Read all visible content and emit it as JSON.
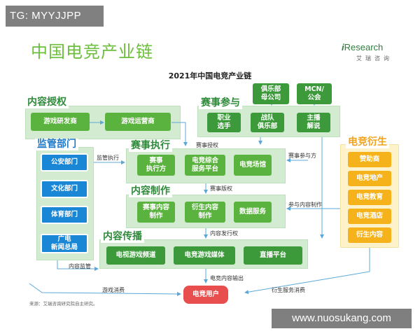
{
  "watermark_top": "TG: MYYJJPP",
  "watermark_bottom": "www.nuosukang.com",
  "page_title": "中国电竞产业链",
  "logo": {
    "i": "i",
    "text": "Research",
    "sub": "艾瑞咨询"
  },
  "diagram_title": "2021年中国电竞产业链",
  "sections": {
    "content_auth": "内容授权",
    "regulator": "监管部门",
    "event_exec": "赛事执行",
    "content_prod": "内容制作",
    "content_dist": "内容传播",
    "event_part": "赛事参与",
    "derivative": "电竞衍生"
  },
  "nodes": {
    "game_dev": "游戏研发商",
    "game_op": "游戏运营商",
    "police": "公安部门",
    "culture": "文化部门",
    "sports": "体育部门",
    "radio": "广电\n新闻总局",
    "exec_party": "赛事\n执行方",
    "integrated_platform": "电竞综合\n服务平台",
    "venue": "电竞场馆",
    "event_content": "赛事内容\n制作",
    "derived_content": "衍生内容\n制作",
    "data_service": "数据服务",
    "tv_channel": "电视游戏频道",
    "media": "电竞游戏媒体",
    "live_platform": "直播平台",
    "pro_player": "职业\n选手",
    "team_club": "战队\n俱乐部",
    "anchor": "主播\n解说",
    "club_parent": "俱乐部\n母公司",
    "mcn": "MCN/\n公会",
    "sponsor": "赞助商",
    "real_estate": "电竞地产",
    "education": "电竞教育",
    "hotel": "电竞酒店",
    "derivative_content": "衍生内容",
    "users": "电竞用户"
  },
  "labels": {
    "event_auth": "赛事授权",
    "supervise_exec": "监管执行",
    "event_part": "赛事参与方",
    "event_rights": "赛事版权",
    "part_content": "参与内容制作",
    "content_dist_rights": "内容发行权",
    "content_supervise": "内容监管",
    "content_output": "电竞内容输出",
    "game_consume": "游戏消费",
    "derivative_consume": "衍生服务消费"
  },
  "source": "来源：艾瑞咨询研究院自主研究。",
  "colors": {
    "green": "#5bb33f",
    "blue": "#1a86d6",
    "yellow": "#f5b21b",
    "red": "#e84e4e",
    "panel": "#d3ecd1"
  }
}
